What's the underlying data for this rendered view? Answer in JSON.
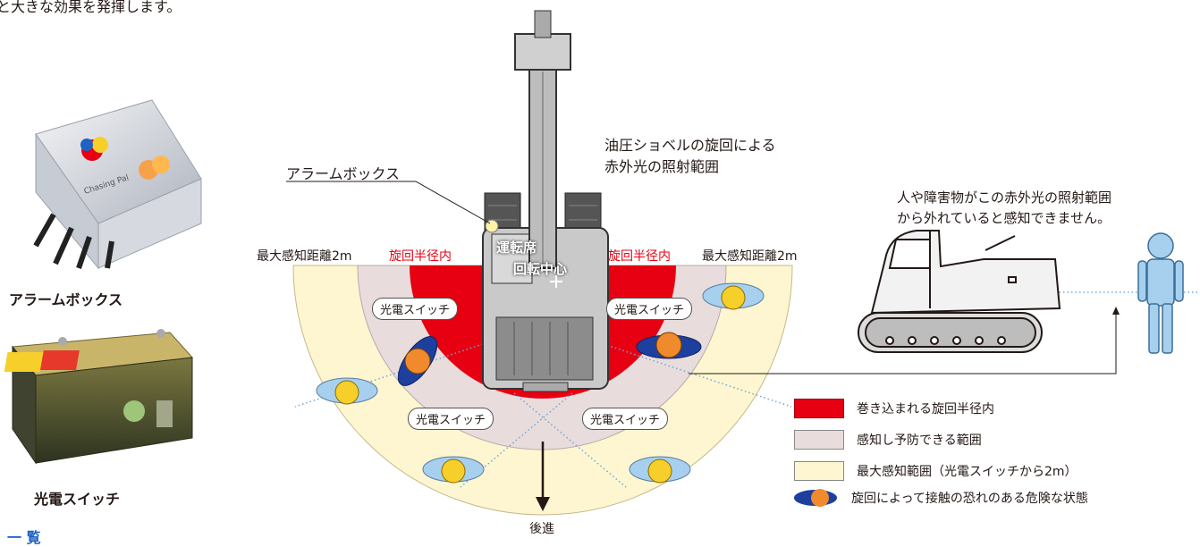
{
  "intro_fragment": "と大きな効果を発揮します。",
  "products": {
    "alarm_box_label": "アラームボックス",
    "photo_switch_label": "光電スイッチ",
    "device_brand": "Chasing Pal"
  },
  "footer_fragment": "一 覧",
  "diagram": {
    "alarm_box_callout": "アラームボックス",
    "rotation_range_title_line1": "油圧ショベルの旋回による",
    "rotation_range_title_line2": "赤外光の照射範囲",
    "max_distance_left": "最大感知距離2m",
    "rotation_radius_left": "旋回半径内",
    "rotation_radius_right": "旋回半径内",
    "max_distance_right": "最大感知距離2m",
    "operator_seat": "運転席",
    "rotation_center": "回転中心",
    "switch_label_1": "光電スイッチ",
    "switch_label_2": "光電スイッチ",
    "switch_label_3": "光電スイッチ",
    "switch_label_4": "光電スイッチ",
    "backward": "後進"
  },
  "side_note": {
    "line1": "人や障害物がこの赤外光の照射範囲",
    "line2": "から外れていると感知できません。"
  },
  "legend": {
    "items": [
      {
        "label": "巻き込まれる旋回半径内",
        "color": "#e60012"
      },
      {
        "label": "感知し予防できる範囲",
        "color": "#e8dcdc"
      },
      {
        "label": "最大感知範囲（光電スイッチから2m）",
        "color": "#fdf6d0"
      },
      {
        "label": "旋回によって接触の恐れのある危険な状態",
        "color": "#1d3f9e"
      }
    ]
  },
  "colors": {
    "danger_red": "#e60012",
    "detect_pink": "#e8dcdc",
    "max_yellow": "#fdf6d0",
    "person_blue": "#a6d0ee",
    "danger_navy": "#1d3f9e",
    "danger_orange": "#f08a2c",
    "head_yellow": "#f6cf2a",
    "machine_gray": "#c9c9c9"
  }
}
